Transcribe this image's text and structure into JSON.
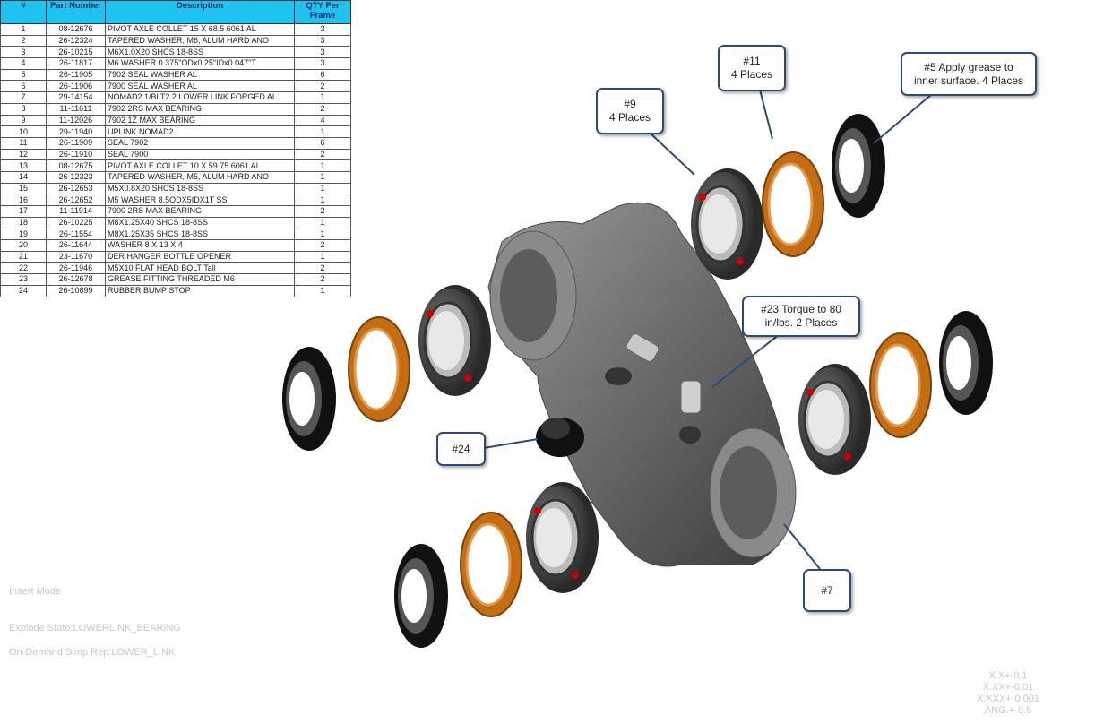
{
  "bom": {
    "headers": [
      "#",
      "Part Number",
      "Description",
      "QTY Per Frame"
    ],
    "rows": [
      [
        "1",
        "08-12676",
        "PIVOT AXLE COLLET 15 X 68.5 6061 AL",
        "3"
      ],
      [
        "2",
        "26-12324",
        "TAPERED WASHER, M6, ALUM HARD ANO",
        "3"
      ],
      [
        "3",
        "26-10215",
        "M6X1.0X20 SHCS 18-8SS",
        "3"
      ],
      [
        "4",
        "26-11817",
        "M6 WASHER 0.375\"ODx0.25\"IDx0.047\"T",
        "3"
      ],
      [
        "5",
        "26-11905",
        "7902 SEAL WASHER AL",
        "6"
      ],
      [
        "6",
        "26-11906",
        "7900 SEAL WASHER AL",
        "2"
      ],
      [
        "7",
        "29-14154",
        "NOMAD2.1/BLT2.2 LOWER LINK FORGED AL",
        "1"
      ],
      [
        "8",
        "11-11611",
        "7902 2RS MAX BEARING",
        "2"
      ],
      [
        "9",
        "11-12026",
        "7902 1Z MAX BEARING",
        "4"
      ],
      [
        "10",
        "29-11940",
        "UPLINK NOMAD2",
        "1"
      ],
      [
        "11",
        "26-11909",
        "SEAL 7902",
        "6"
      ],
      [
        "12",
        "26-11910",
        "SEAL 7900",
        "2"
      ],
      [
        "13",
        "08-12675",
        "PIVOT AXLE COLLET 10 X 59.75 6061 AL",
        "1"
      ],
      [
        "14",
        "26-12323",
        "TAPERED WASHER, M5, ALUM HARD ANO",
        "1"
      ],
      [
        "15",
        "26-12653",
        "M5X0.8X20 SHCS 18-8SS",
        "1"
      ],
      [
        "16",
        "26-12652",
        "M5 WASHER 8.5ODX5IDX1T SS",
        "1"
      ],
      [
        "17",
        "11-11914",
        "7900 2RS MAX BEARING",
        "2"
      ],
      [
        "18",
        "26-10225",
        "M8X1.25X40 SHCS 18-8SS",
        "1"
      ],
      [
        "19",
        "26-11554",
        "M8X1.25X35 SHCS 18-8SS",
        "1"
      ],
      [
        "20",
        "26-11644",
        "WASHER 8 X 13 X 4",
        "2"
      ],
      [
        "21",
        "23-11670",
        "DER HANGER BOTTLE OPENER",
        "1"
      ],
      [
        "22",
        "26-11946",
        "M5X10 FLAT HEAD BOLT Tall",
        "2"
      ],
      [
        "23",
        "26-12678",
        "GREASE FITTING THREADED M6",
        "2"
      ],
      [
        "24",
        "26-10899",
        "RUBBER BUMP STOP",
        "1"
      ]
    ]
  },
  "callouts": {
    "c11": [
      "#11",
      "4 Places"
    ],
    "c9": [
      "#9",
      "4 Places"
    ],
    "c5": [
      "#5 Apply grease to",
      "inner surface. 4 Places"
    ],
    "c23": [
      "#23 Torque to 80",
      "in/lbs. 2 Places"
    ],
    "c24": [
      "#24"
    ],
    "c7": [
      "#7"
    ]
  },
  "status": {
    "mode": "Insert Mode",
    "explode": "Explode State:LOWERLINK_BEARING",
    "simprep": "On-Demand Simp Rep:LOWER_LINK"
  },
  "tolerances": [
    "X.X+-0.1",
    "X.XX+-0.01",
    "X.XXX+-0.001",
    "ANG.+-0.5"
  ],
  "colors": {
    "header": "#1ec3f0",
    "washer": "#d07a1e",
    "callout_border": "#2a4a78"
  }
}
